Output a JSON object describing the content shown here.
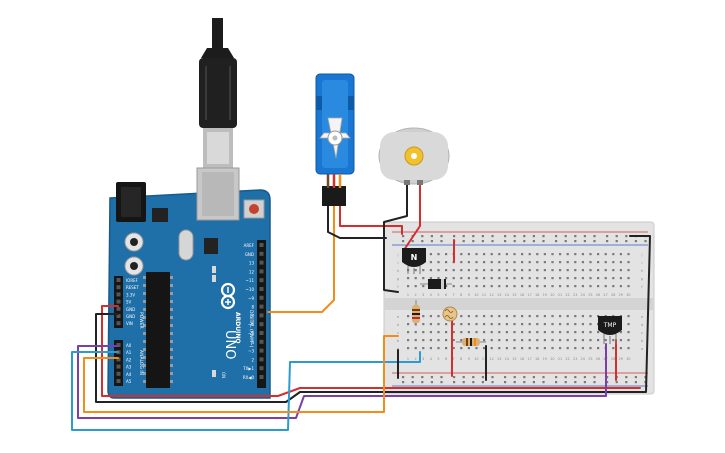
{
  "arduino": {
    "brand": "ARDUINO",
    "model": "UNO",
    "digital_header": "DIGITAL (PWM~)",
    "power_header": "POWER",
    "analog_header": "ANALOG IN",
    "on_label": "ON",
    "digital_pins": [
      "AREF",
      "GND",
      "13",
      "12",
      "~11",
      "~10",
      "~9",
      "8",
      "7",
      "~6",
      "~5",
      "4",
      "~3",
      "2",
      "TX▶1",
      "RX◀0"
    ],
    "power_pins": [
      "IOREF",
      "RESET",
      "3.3V",
      "5V",
      "GND",
      "GND",
      "VIN"
    ],
    "analog_pins": [
      "A0",
      "A1",
      "A2",
      "A3",
      "A4",
      "A5"
    ]
  },
  "components": {
    "transistor_label": "N",
    "sensor_label": "TMP"
  },
  "breadboard": {
    "columns": [
      "1",
      "2",
      "3",
      "4",
      "5",
      "6",
      "7",
      "8",
      "9",
      "10",
      "11",
      "12",
      "13",
      "14",
      "15",
      "16",
      "17",
      "18",
      "19",
      "20",
      "21",
      "22",
      "23",
      "24",
      "25",
      "26",
      "27",
      "28",
      "29",
      "30"
    ],
    "rows_top": [
      "j",
      "i",
      "h",
      "g",
      "f"
    ],
    "rows_bottom": [
      "e",
      "d",
      "c",
      "b",
      "a"
    ]
  },
  "colors": {
    "board": "#1f6fa8",
    "usb": "#1c1c1c",
    "servo": "#1976d2",
    "motor": "#d8d8d8",
    "wire_orange": "#f28c1a",
    "wire_red": "#d32f2f",
    "wire_black": "#222222",
    "wire_blue": "#2b9bd0",
    "wire_purple": "#7b3fa8"
  }
}
